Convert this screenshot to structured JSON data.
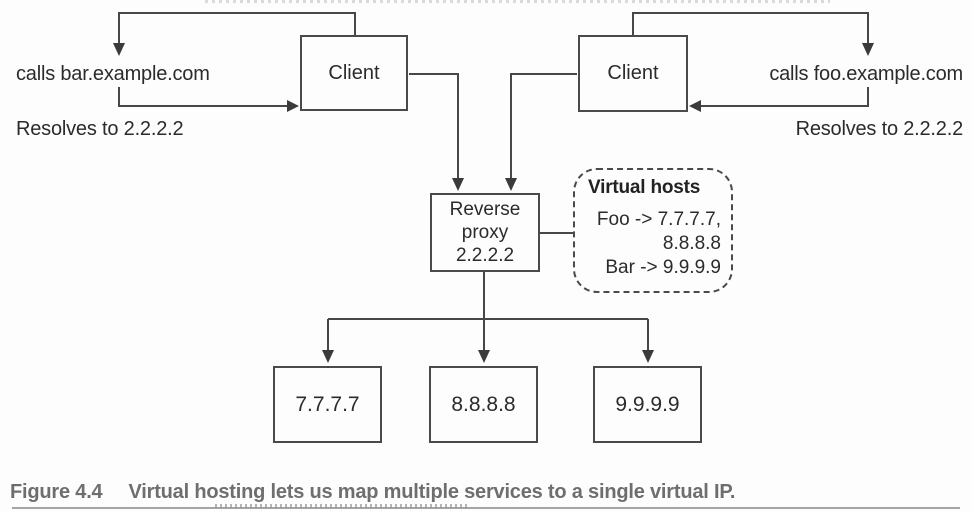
{
  "diagram": {
    "left_client": {
      "label": "Client"
    },
    "right_client": {
      "label": "Client"
    },
    "left_flow": {
      "calls": "calls bar.example.com",
      "resolves": "Resolves to 2.2.2.2"
    },
    "right_flow": {
      "calls": "calls foo.example.com",
      "resolves": "Resolves to 2.2.2.2"
    },
    "reverse_proxy": {
      "lines": [
        "Reverse",
        "proxy",
        "2.2.2.2"
      ]
    },
    "virtual_hosts": {
      "title": "Virtual hosts",
      "mappings": [
        "Foo -> 7.7.7.7,",
        "8.8.8.8",
        "Bar -> 9.9.9.9"
      ]
    },
    "servers": [
      {
        "ip": "7.7.7.7"
      },
      {
        "ip": "8.8.8.8"
      },
      {
        "ip": "9.9.9.9"
      }
    ]
  },
  "caption": {
    "figure_label": "Figure 4.4",
    "text": "Virtual hosting lets us map multiple services to a single virtual IP."
  },
  "colors": {
    "connector_line": "#474747",
    "arrowhead": "#3b3b3b",
    "box_border": "#4a4a4a",
    "node_text": "#2b2b2b",
    "caption_text": "#6e6e6e",
    "background": "#fdfdfd"
  }
}
